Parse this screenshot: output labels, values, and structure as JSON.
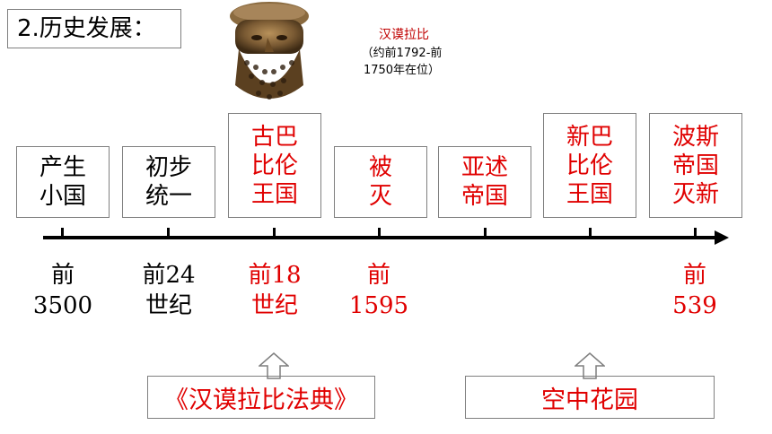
{
  "section_title": "2.历史发展：",
  "ruler": {
    "name": "汉谟拉比",
    "dates": [
      "（约前1792-前",
      "1750年在位）"
    ]
  },
  "events": [
    {
      "lines": [
        "产生",
        "小国"
      ],
      "color": "#000000"
    },
    {
      "lines": [
        "初步",
        "统一"
      ],
      "color": "#000000"
    },
    {
      "lines": [
        "古巴",
        "比伦",
        "王国"
      ],
      "color": "#e00000"
    },
    {
      "lines": [
        "被",
        "灭"
      ],
      "color": "#e00000"
    },
    {
      "lines": [
        "亚述",
        "帝国"
      ],
      "color": "#e00000"
    },
    {
      "lines": [
        "新巴",
        "比伦",
        "王国"
      ],
      "color": "#e00000"
    },
    {
      "lines": [
        "波斯",
        "帝国",
        "灭新"
      ],
      "color": "#e00000"
    }
  ],
  "dates": [
    {
      "lines": [
        "前",
        "3500"
      ],
      "color": "#000000"
    },
    {
      "lines": [
        "前24",
        "世纪"
      ],
      "color": "#000000"
    },
    {
      "lines": [
        "前18",
        "世纪"
      ],
      "color": "#e00000"
    },
    {
      "lines": [
        "前",
        "1595"
      ],
      "color": "#e00000"
    },
    {
      "lines": [
        "前",
        "539"
      ],
      "color": "#e00000"
    }
  ],
  "achievements": [
    "《汉谟拉比法典》",
    "空中花园"
  ],
  "icons": {
    "bust": "hammurabi-bust-image",
    "up": "up-arrow-icon"
  }
}
